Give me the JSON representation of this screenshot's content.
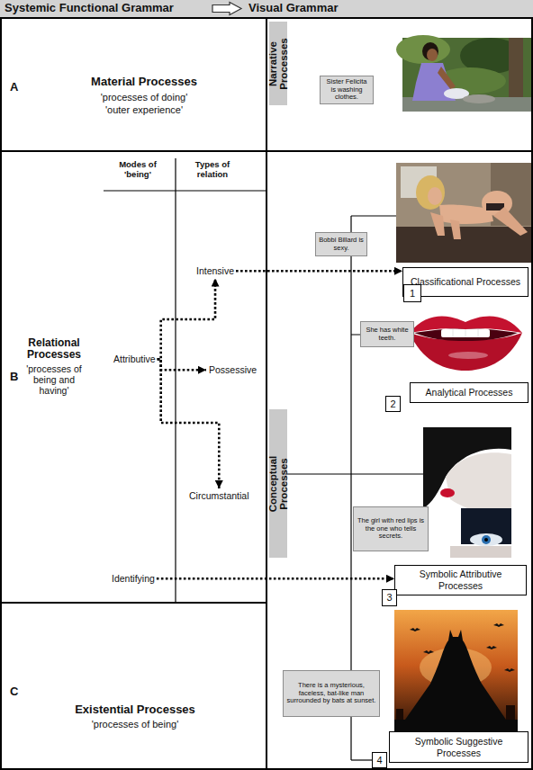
{
  "diagram": {
    "nodes": [
      {
        "text": [
          "Systemic Functional Grammar",
          "Visual Grammar"
        ]
      },
      {
        "text": [
          "A",
          "Material Processes",
          "'processes of doing'",
          "'outer experience'"
        ]
      },
      {
        "text": [
          "Narrative Processes"
        ]
      },
      {
        "text": [
          "Sister Felicita is washing clothes."
        ]
      },
      {
        "text": [
          "B",
          "Relational Processes",
          "'processes of being and having'",
          "Modes of 'being'",
          "Types of relation"
        ]
      },
      {
        "text": [
          "Intensive"
        ],
        "in": 4
      },
      {
        "text": [
          "Attributive"
        ],
        "in": 4
      },
      {
        "text": [
          "Possessive"
        ],
        "in": 4
      },
      {
        "text": [
          "Circumstantial"
        ],
        "in": 4
      },
      {
        "text": [
          "Identifying"
        ],
        "in": 4
      },
      {
        "text": [
          "Conceptual Processes"
        ]
      },
      {
        "text": [
          "Bobbi Billard is sexy."
        ]
      },
      {
        "text": [
          "Classificational Processes"
        ]
      },
      {
        "text": [
          "1"
        ]
      },
      {
        "text": [
          "She has white teeth."
        ]
      },
      {
        "text": [
          "Analytical Processes"
        ]
      },
      {
        "text": [
          "2"
        ]
      },
      {
        "text": [
          "The girl with red lips is the one who tells secrets."
        ]
      },
      {
        "text": [
          "Symbolic Attributive Processes"
        ]
      },
      {
        "text": [
          "3"
        ]
      },
      {
        "text": [
          "C",
          "Existential Processes",
          "'processes of being'"
        ]
      },
      {
        "text": [
          "There is a mysterious, faceless, bat-like man surrounded by bats at sunset."
        ]
      },
      {
        "text": [
          "Symbolic Suggestive Processes"
        ]
      },
      {
        "text": [
          "4"
        ]
      }
    ],
    "edges": [
      {
        "from": 6,
        "to": 5,
        "arrow": "to"
      },
      {
        "from": 6,
        "to": 7,
        "arrow": "to"
      },
      {
        "from": 6,
        "to": 8,
        "arrow": "to"
      },
      {
        "from": 5,
        "to": 12,
        "arrow": "to"
      },
      {
        "from": 9,
        "to": 18,
        "arrow": "to"
      }
    ]
  }
}
